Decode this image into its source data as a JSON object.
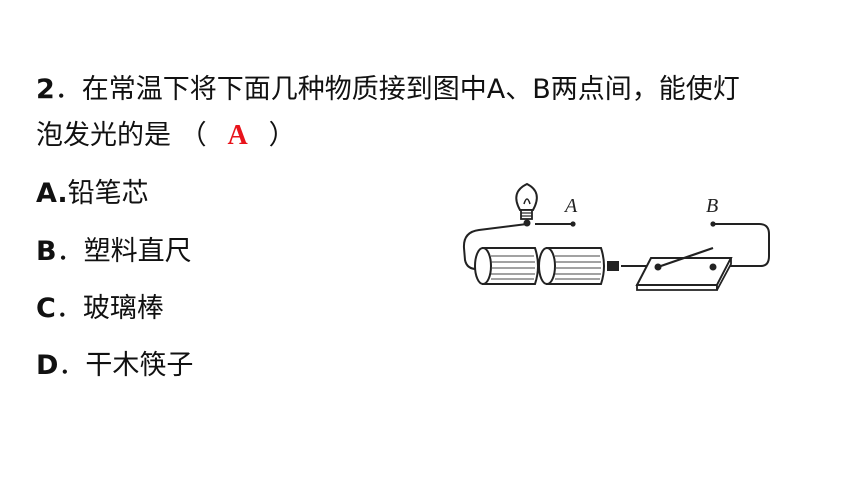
{
  "question": {
    "line1_number": "2",
    "line1_text": "．在常温下将下面几种物质接到图中A、B两点间，能使灯",
    "line2_text": "泡发光的是",
    "paren_open": "（",
    "answer": "A",
    "paren_close": "）"
  },
  "options": [
    {
      "letter": "A.",
      "text": "铅笔芯"
    },
    {
      "letter": "B",
      "text": "．塑料直尺"
    },
    {
      "letter": "C",
      "text": "．玻璃棒"
    },
    {
      "letter": "D",
      "text": "．干木筷子"
    }
  ],
  "diagram": {
    "label_a": "A",
    "label_b": "B"
  },
  "colors": {
    "answer": "#e8131b",
    "text": "#111111"
  }
}
